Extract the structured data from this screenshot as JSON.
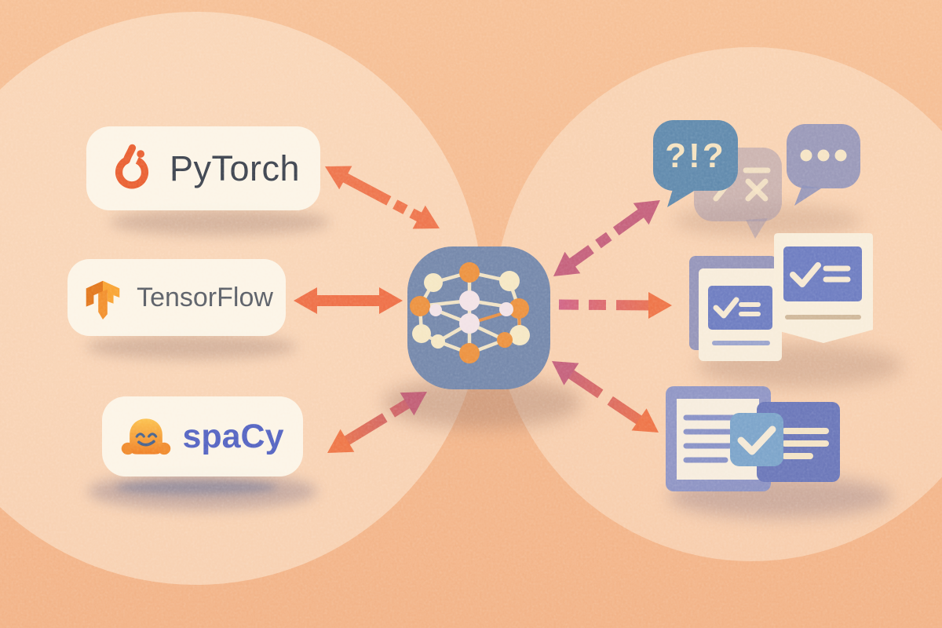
{
  "diagram": {
    "description": "Illustration: ML frameworks connected by arrows to a central network node and NLP task icons",
    "background_color": "#f4b88d",
    "glow_color": "#fce7d1"
  },
  "frameworks": [
    {
      "id": "pytorch",
      "label": "PyTorch",
      "icon": "pytorch-flame-icon",
      "label_color": "#3d434e",
      "icon_color": "#e95f32"
    },
    {
      "id": "tensorflow",
      "label": "TensorFlow",
      "icon": "tensorflow-logo-icon",
      "label_color": "#5a5e66",
      "icon_color": "#f29331"
    },
    {
      "id": "spacy",
      "label": "spaCy",
      "icon": "spacy-mascot-icon",
      "label_color": "#5463c1",
      "icon_color": "#f6992f"
    }
  ],
  "center_node": {
    "icon": "neural-network-graph-icon",
    "tile_color": "#7487aa",
    "node_colors": {
      "orange": "#ec9140",
      "cream": "#f5e7c3",
      "pink": "#f2e2e6"
    },
    "edge_color": "#f0e2c4"
  },
  "bubbles": {
    "question": {
      "text": "?!?",
      "bubble_color": "#6089ac",
      "text_color": "#f5e2bf"
    },
    "math": {
      "symbols": "/ − ×",
      "bubble_color": "#9b92af"
    },
    "ellipsis": {
      "dots": 3,
      "bubble_color": "#8c91b9"
    }
  },
  "task_icons": [
    {
      "id": "checklist-card",
      "icon": "checklist-card-icon",
      "panel_color": "#6d7cc0"
    },
    {
      "id": "checklist-badge",
      "icon": "checklist-badge-icon",
      "panel_color": "#6d7cc0"
    },
    {
      "id": "document-card",
      "icon": "document-lines-icon",
      "card_color": "#8791c5"
    },
    {
      "id": "check-square",
      "icon": "check-square-icon",
      "card_color": "#7ba3c9"
    },
    {
      "id": "notes-card",
      "icon": "notes-lines-icon",
      "card_color": "#6a76b8"
    }
  ],
  "arrows": [
    {
      "from": "pytorch-card",
      "to": "center-network",
      "heads": "both",
      "style": "solid-with-dashes",
      "color": "#ee744c"
    },
    {
      "from": "tensorflow-card",
      "to": "center-network",
      "heads": "both",
      "style": "solid",
      "color": "#ee6f47"
    },
    {
      "from": "spacy-card",
      "to": "center-network",
      "heads": "both",
      "style": "solid-with-gap",
      "color": "#ee7547 to #c05d74"
    },
    {
      "from": "center-network",
      "to": "speech-bubbles",
      "heads": "both",
      "style": "solid-with-dashes",
      "color": "#c4607b"
    },
    {
      "from": "center-network",
      "to": "checklists",
      "heads": "right",
      "style": "dashed",
      "color": "#d06486 to #ee7347"
    },
    {
      "from": "center-network",
      "to": "documents",
      "heads": "both",
      "style": "solid-with-gap",
      "color": "#c4607b to #ee7347"
    }
  ]
}
